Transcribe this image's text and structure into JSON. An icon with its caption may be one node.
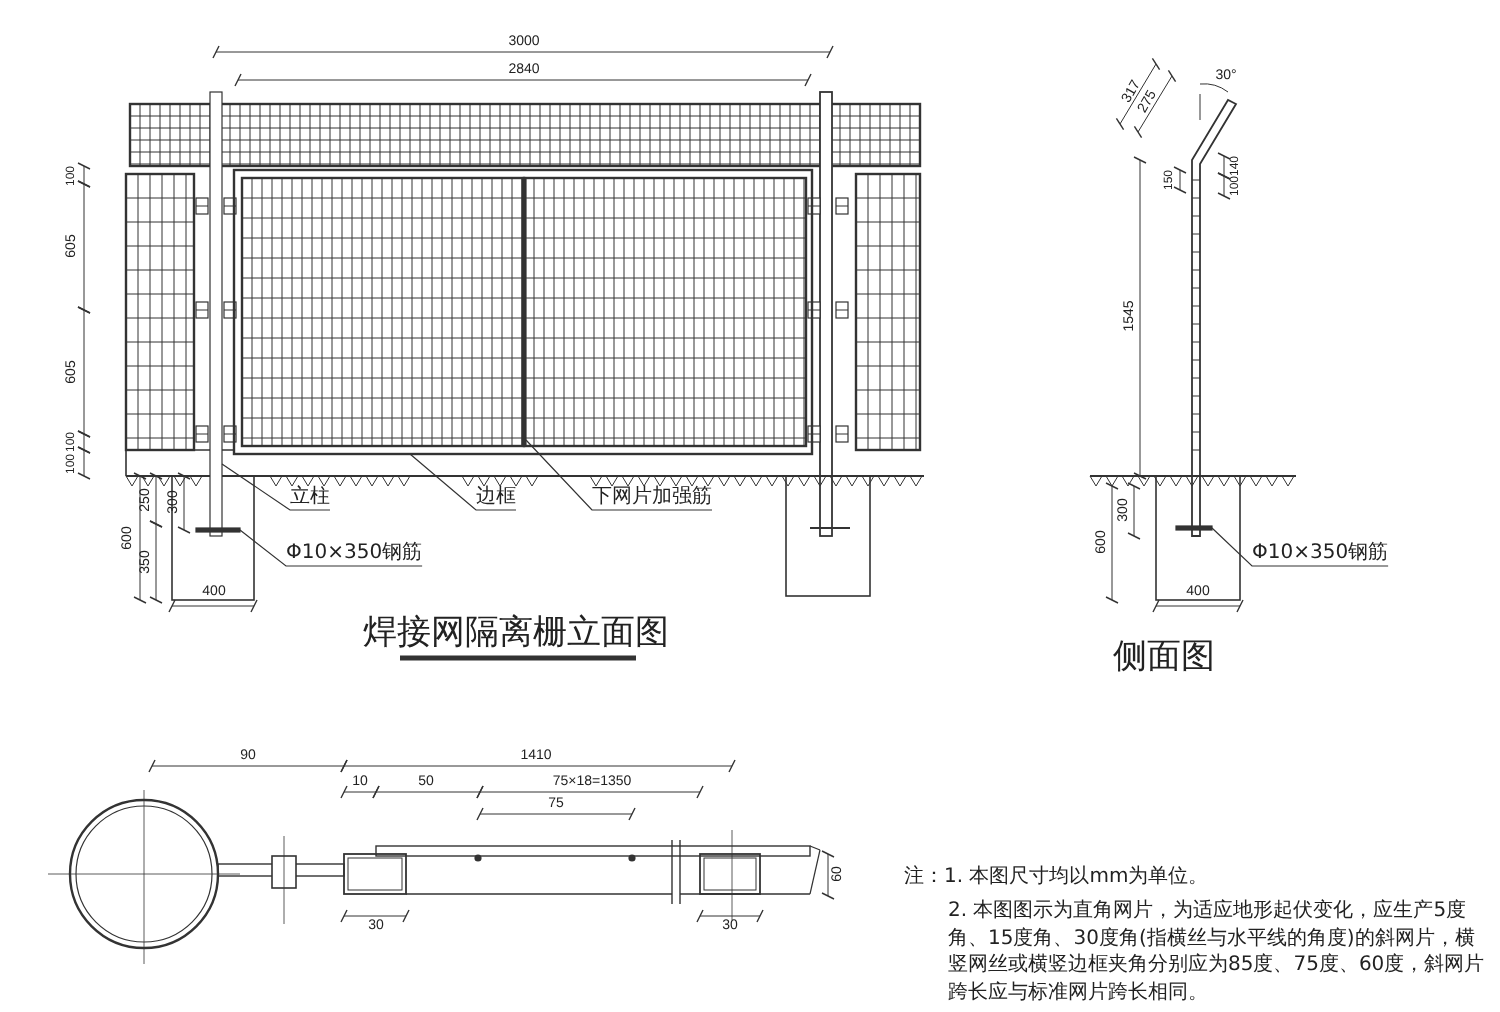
{
  "diagram": {
    "nodes": [
      {
        "text": [
          "立柱"
        ]
      },
      {
        "text": [
          "边框"
        ]
      },
      {
        "text": [
          "下网片加强筋"
        ]
      },
      {
        "text": [
          "Φ10×350钢筋"
        ]
      },
      {
        "text": [
          "Φ10×350钢筋"
        ]
      },
      {
        "text": [],
        "shape": "bar"
      },
      {
        "text": [],
        "shape": "box"
      },
      {
        "text": [],
        "shape": "bar",
        "in": 6
      },
      {
        "text": [],
        "shape": "bar"
      },
      {
        "text": [],
        "shape": "bar"
      }
    ],
    "edges": [
      {
        "from": 0,
        "to": 5,
        "arrow": "none"
      },
      {
        "from": 1,
        "to": 6,
        "arrow": "none"
      },
      {
        "from": 2,
        "to": 7,
        "arrow": "none"
      },
      {
        "from": 3,
        "to": 8,
        "arrow": "none"
      },
      {
        "from": 4,
        "to": 9,
        "arrow": "none"
      }
    ],
    "labels": [
      "3000",
      "2840",
      "100",
      "605",
      "605",
      "100",
      "100",
      "250",
      "300",
      "600",
      "350",
      "400",
      "焊接网隔离栅立面图",
      "30°",
      "317",
      "275",
      "150",
      "140",
      "100",
      "1545",
      "300",
      "600",
      "400",
      "侧面图",
      "90",
      "1410",
      "10",
      "50",
      "75×18=1350",
      "75",
      "30",
      "30",
      "60",
      "注：1. 本图尺寸均以mm为单位。",
      "2. 本图图示为直角网片，为适应地形起伏变化，应生产5度角、15度角、30度角(指横丝与水平线的角度)的斜网片，横竖网丝或横竖边框夹角分别应为85度、75度、60度，斜网片跨长应与标准网片跨长相同。"
    ]
  }
}
